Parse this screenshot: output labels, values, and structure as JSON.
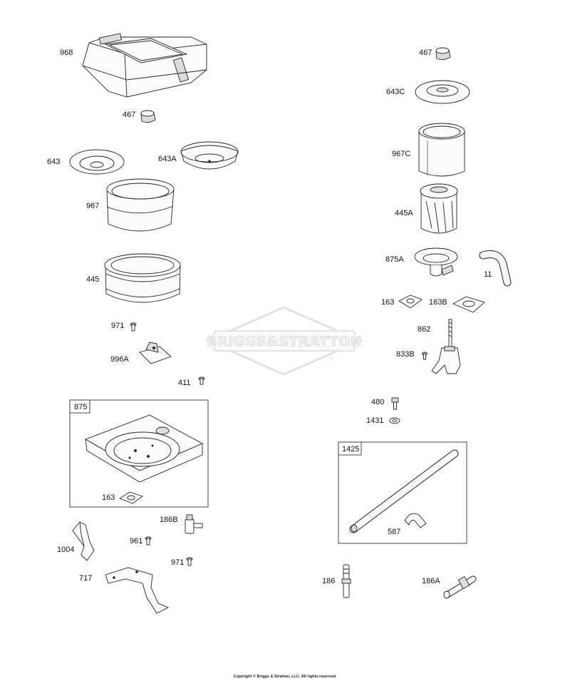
{
  "watermark": {
    "text": "BRIGGS&STRATTON",
    "registered": "®"
  },
  "copyright": "Copyright © Briggs & Stratton, LLC. All rights reserved.",
  "boxes": {
    "b875": "875",
    "b1425": "1425"
  },
  "labels": {
    "l968": "968",
    "l467a": "467",
    "l643": "643",
    "l643A": "643A",
    "l967": "967",
    "l445": "445",
    "l971a": "971",
    "l996A": "996A",
    "l411": "411",
    "l163a": "163",
    "l186B": "186B",
    "l1004": "1004",
    "l961": "961",
    "l971b": "971",
    "l717": "717",
    "l467b": "467",
    "l643C": "643C",
    "l967C": "967C",
    "l445A": "445A",
    "l875A": "875A",
    "l11": "11",
    "l163b": "163",
    "l163B": "163B",
    "l862": "862",
    "l833B": "833B",
    "l480": "480",
    "l1431": "1431",
    "l587": "587",
    "l186": "186",
    "l186A": "186A"
  }
}
